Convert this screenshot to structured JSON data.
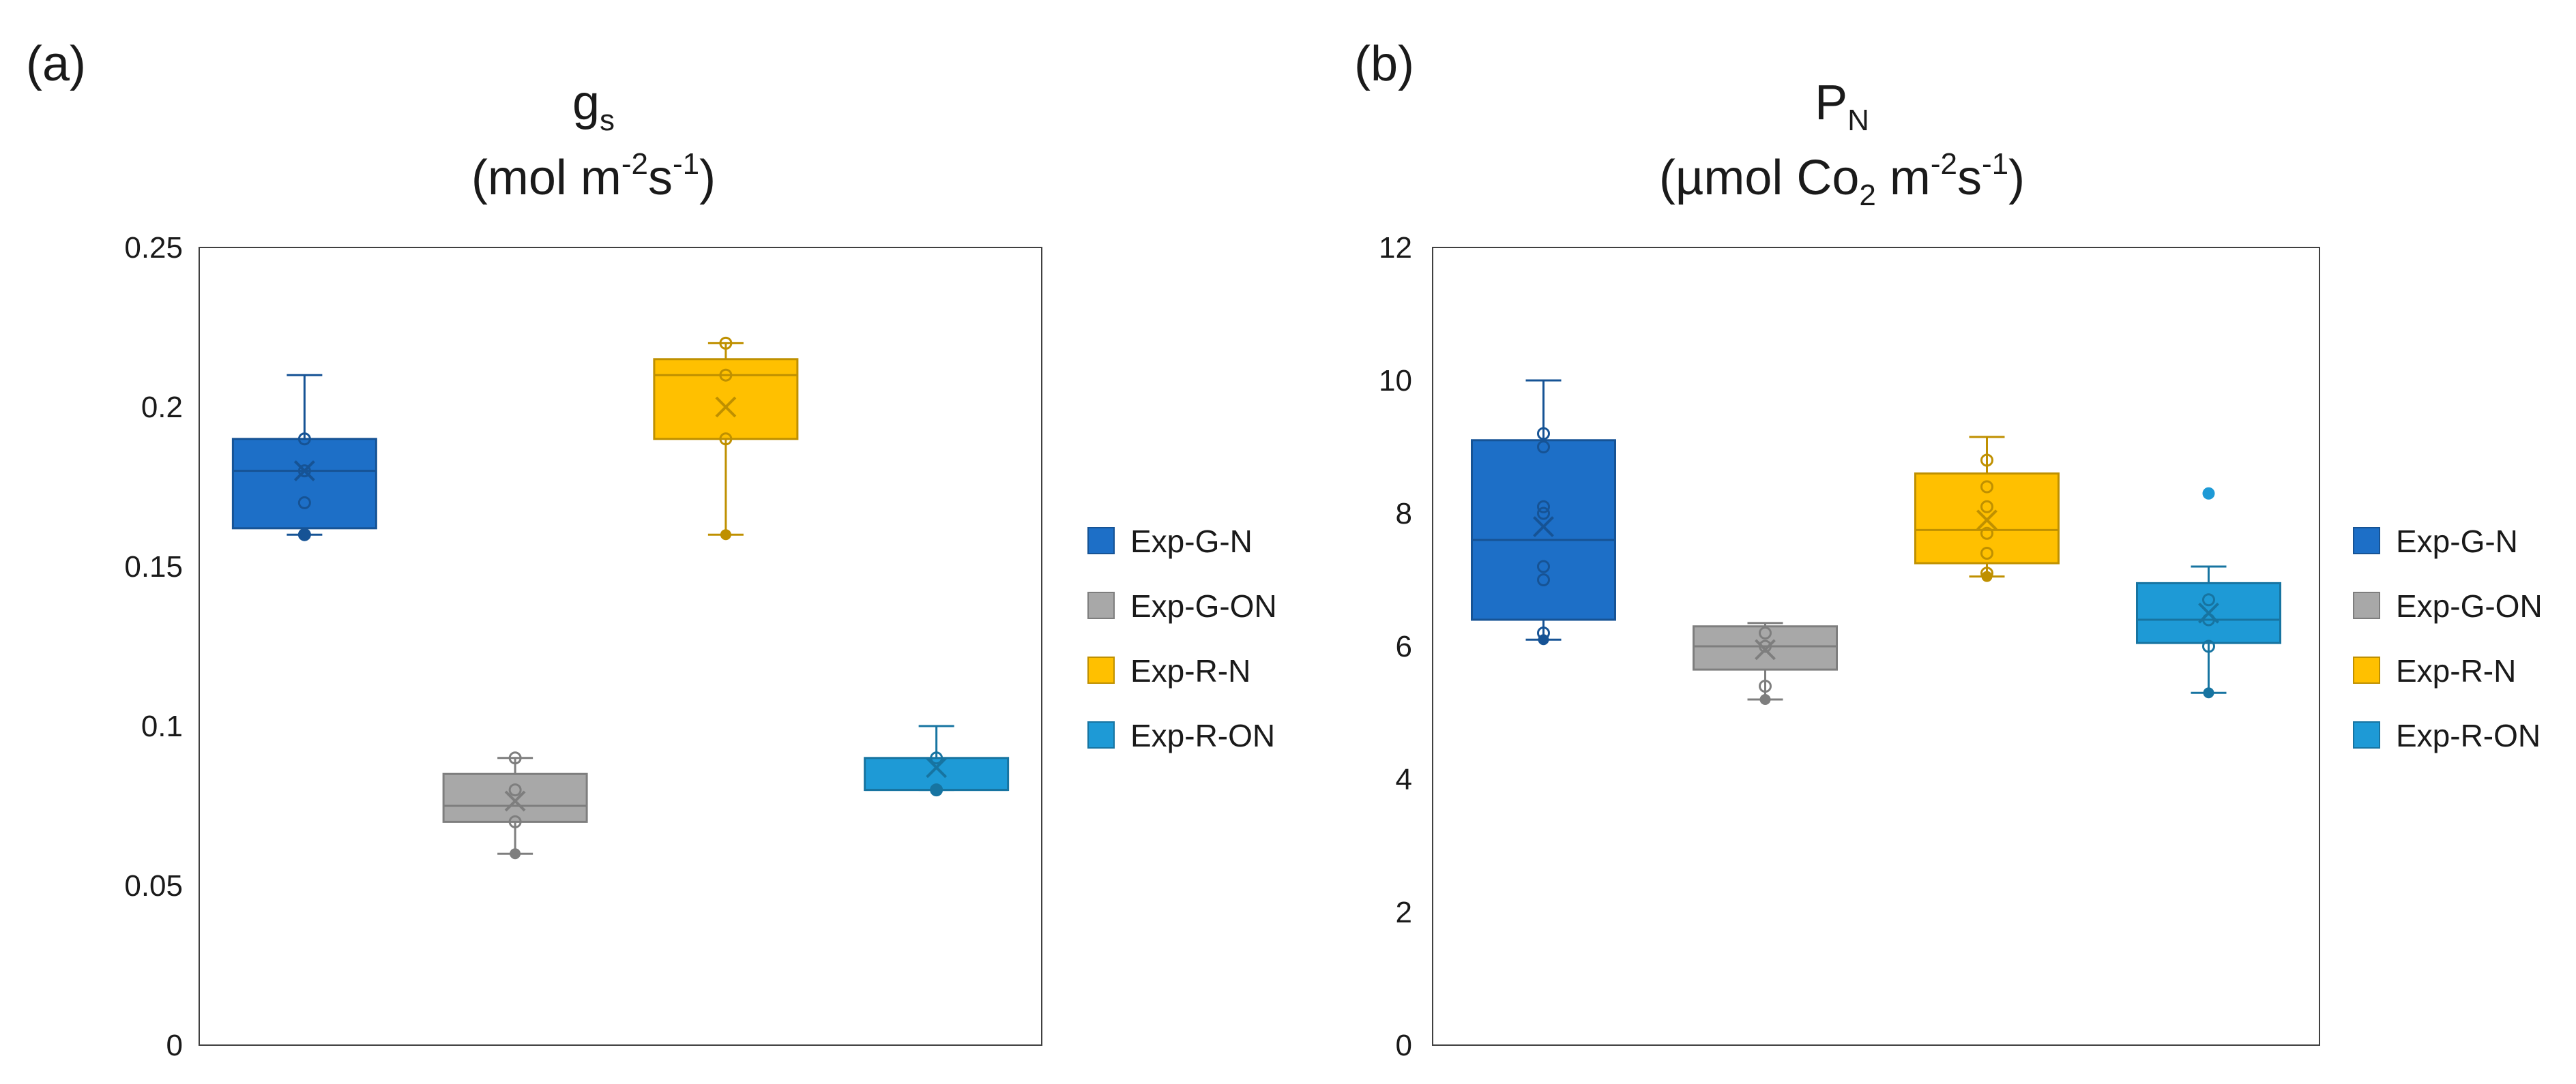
{
  "chart_data": [
    {
      "panel_label": "(a)",
      "type": "box",
      "title_parts": {
        "base": "g",
        "sub": "s",
        "unit_open": "(mol m",
        "sup1": "-2",
        "mid": "s",
        "sup2": "-1",
        "unit_close": ")"
      },
      "ylim": [
        0,
        0.25
      ],
      "yticks": [
        "0",
        "0.05",
        "0.1",
        "0.15",
        "0.2",
        "0.25"
      ],
      "ytick_values": [
        0,
        0.05,
        0.1,
        0.15,
        0.2,
        0.25
      ],
      "series": [
        {
          "name": "Exp-G-N",
          "color": "#1d6fc7",
          "min": 0.16,
          "q1": 0.162,
          "median": 0.18,
          "q3": 0.19,
          "max": 0.21,
          "mean": 0.18,
          "points": [
            0.16,
            0.17,
            0.18,
            0.19
          ]
        },
        {
          "name": "Exp-G-ON",
          "color": "#a8a8a8",
          "min": 0.06,
          "q1": 0.07,
          "median": 0.075,
          "q3": 0.085,
          "max": 0.09,
          "mean": 0.0765,
          "points": [
            0.07,
            0.08,
            0.09
          ]
        },
        {
          "name": "Exp-R-N",
          "color": "#ffc000",
          "min": 0.16,
          "q1": 0.19,
          "median": 0.21,
          "q3": 0.215,
          "max": 0.22,
          "mean": 0.2,
          "points": [
            0.19,
            0.21,
            0.22
          ]
        },
        {
          "name": "Exp-R-ON",
          "color": "#1e9ad6",
          "min": 0.08,
          "q1": 0.08,
          "median": 0.08,
          "q3": 0.09,
          "max": 0.1,
          "mean": 0.087,
          "points": [
            0.08,
            0.09
          ]
        }
      ],
      "legend": [
        "Exp-G-N",
        "Exp-G-ON",
        "Exp-R-N",
        "Exp-R-ON"
      ]
    },
    {
      "panel_label": "(b)",
      "type": "box",
      "title_parts": {
        "base": "P",
        "sub": "N",
        "unit_open": "(µmol Co",
        "sub2": "2",
        "unit_mid": " m",
        "sup1": "-2",
        "mid": "s",
        "sup2": "-1",
        "unit_close": ")"
      },
      "ylim": [
        0,
        12
      ],
      "yticks": [
        "0",
        "2",
        "4",
        "6",
        "8",
        "10",
        "12"
      ],
      "ytick_values": [
        0,
        2,
        4,
        6,
        8,
        10,
        12
      ],
      "series": [
        {
          "name": "Exp-G-N",
          "color": "#1d6fc7",
          "min": 6.1,
          "q1": 6.4,
          "median": 7.6,
          "q3": 9.1,
          "max": 10.0,
          "mean": 7.8,
          "points": [
            6.2,
            7.0,
            7.2,
            8.0,
            8.1,
            9.0,
            9.2
          ],
          "outliers": []
        },
        {
          "name": "Exp-G-ON",
          "color": "#a8a8a8",
          "min": 5.2,
          "q1": 5.65,
          "median": 6.0,
          "q3": 6.3,
          "max": 6.35,
          "mean": 5.95,
          "points": [
            5.4,
            6.0,
            6.2
          ],
          "outliers": []
        },
        {
          "name": "Exp-R-N",
          "color": "#ffc000",
          "min": 7.05,
          "q1": 7.25,
          "median": 7.75,
          "q3": 8.6,
          "max": 9.15,
          "mean": 7.9,
          "points": [
            7.1,
            7.4,
            7.7,
            8.1,
            8.4,
            8.8
          ],
          "outliers": []
        },
        {
          "name": "Exp-R-ON",
          "color": "#1e9ad6",
          "min": 5.3,
          "q1": 6.05,
          "median": 6.4,
          "q3": 6.95,
          "max": 7.2,
          "mean": 6.5,
          "points": [
            6.0,
            6.4,
            6.7
          ],
          "outliers": [
            8.3
          ]
        }
      ],
      "legend": [
        "Exp-G-N",
        "Exp-G-ON",
        "Exp-R-N",
        "Exp-R-ON"
      ]
    }
  ]
}
